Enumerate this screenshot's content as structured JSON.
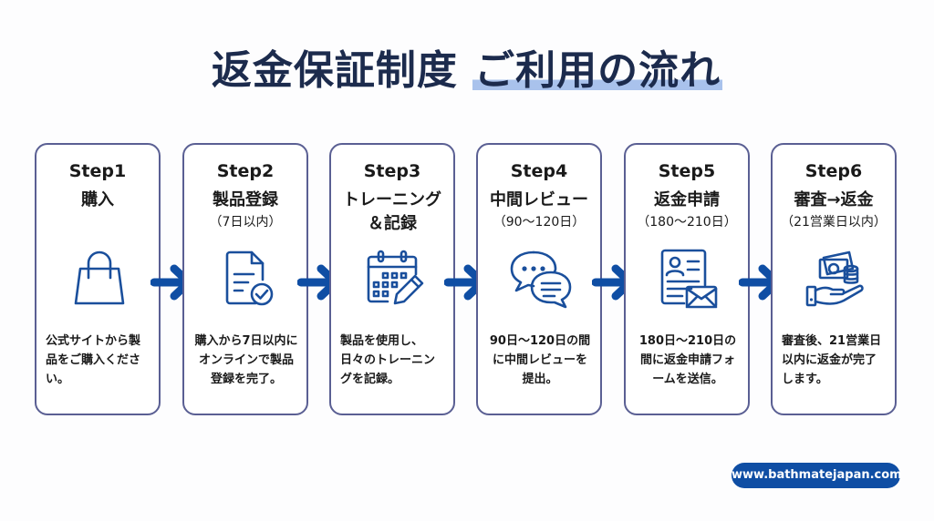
{
  "title": {
    "main": "返金保証制度 ",
    "highlight": "ご利用の流れ"
  },
  "colors": {
    "title": "#1c2b4d",
    "highlight": "#a9c2ec",
    "card_border": "#5a5f93",
    "accent": "#1a4f9c",
    "url_badge": "#0f4ea4"
  },
  "steps": [
    {
      "step": "Step1",
      "name": "購入",
      "sub": "",
      "icon": "shopping-bag-icon",
      "desc": "公式サイトから製品をご購入ください。"
    },
    {
      "step": "Step2",
      "name": "製品登録",
      "sub": "（7日以内）",
      "icon": "document-check-icon",
      "desc": "購入から7日以内にオンラインで製品登録を完了。"
    },
    {
      "step": "Step3",
      "name": "トレーニング＆記録",
      "name_line1": "トレーニング",
      "name_line2": "＆記録",
      "sub": "",
      "icon": "calendar-pencil-icon",
      "desc": "製品を使用し、日々のトレーニングを記録。"
    },
    {
      "step": "Step4",
      "name": "中間レビュー",
      "sub": "（90〜120日）",
      "icon": "chat-bubbles-icon",
      "desc": "90日〜120日の間に中間レビューを提出。"
    },
    {
      "step": "Step5",
      "name": "返金申請",
      "sub": "（180〜210日）",
      "icon": "form-envelope-icon",
      "desc": "180日〜210日の間に返金申請フォームを送信。"
    },
    {
      "step": "Step6",
      "name": "審査→返金",
      "sub": "（21営業日以内）",
      "icon": "hand-money-icon",
      "desc": "審査後、21営業日以内に返金が完了します。"
    }
  ],
  "arrow_icon": "right-arrow-icon",
  "url": "www.bathmatejapan.com"
}
